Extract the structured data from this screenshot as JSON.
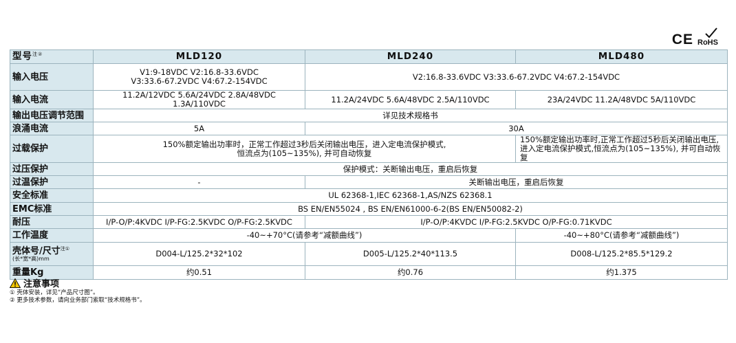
{
  "certs": {
    "ce": "CE",
    "rohs": "RoHS"
  },
  "header": {
    "label": "型号",
    "label_note": "注②",
    "models": [
      "MLD120",
      "MLD240",
      "MLD480"
    ]
  },
  "rows": {
    "input_voltage": {
      "label": "输入电压",
      "mld120_line1": "V1:9-18VDC  V2:16.8-33.6VDC",
      "mld120_line2": "V3:33.6-67.2VDC  V4:67.2-154VDC",
      "mld240_480": "V2:16.8-33.6VDC  V3:33.6-67.2VDC  V4:67.2-154VDC"
    },
    "input_current": {
      "label": "输入电流",
      "mld120": "11.2A/12VDC  5.6A/24VDC  2.8A/48VDC  1.3A/110VDC",
      "mld240": "11.2A/24VDC  5.6A/48VDC  2.5A/110VDC",
      "mld480": "23A/24VDC  11.2A/48VDC  5A/110VDC"
    },
    "output_adjust": {
      "label": "输出电压调节范围",
      "value": "详见技术规格书"
    },
    "inrush": {
      "label": "浪涌电流",
      "mld120": "5A",
      "mld240_480": "30A"
    },
    "overload": {
      "label": "过载保护",
      "a_line1": "150%额定输出功率时，正常工作超过3秒后关闭输出电压，进入定电流保护模式,",
      "a_line2": "恒流点为(105~135%), 并可自动恢复",
      "b_line1": "150%额定输出功率时,正常工作超过5秒后关闭输出电压,",
      "b_line2": "进入定电流保护模式,恒流点为(105~135%), 并可自动恢复"
    },
    "overvoltage": {
      "label": "过压保护",
      "value": "保护模式：关断输出电压，重启后恢复"
    },
    "overtemp": {
      "label": "过温保护",
      "mld120": "-",
      "mld240_480": "关断输出电压，重启后恢复"
    },
    "safety": {
      "label": "安全标准",
      "value": "UL 62368-1,IEC 62368-1,AS/NZS 62368.1"
    },
    "emc": {
      "label": "EMC标准",
      "value": "BS EN/EN55024 , BS EN/EN61000-6-2(BS EN/EN50082-2)"
    },
    "withstand": {
      "label": "耐压",
      "mld120": "I/P-O/P:4KVDC I/P-FG:2.5KVDC O/P-FG:2.5KVDC",
      "mld240_480": "I/P-O/P:4KVDC I/P-FG:2.5KVDC O/P-FG:0.71KVDC"
    },
    "temp": {
      "label": "工作温度",
      "mld120_240": "-40~+70°C(请参考“减额曲线”)",
      "mld480": "-40~+80°C(请参考“减额曲线”)"
    },
    "case": {
      "label": "壳体号/尺寸",
      "label_note": "注①",
      "sub": "(长*宽*高)mm",
      "mld120": "D004-L/125.2*32*102",
      "mld240": "D005-L/125.2*40*113.5",
      "mld480": "D008-L/125.2*85.5*129.2"
    },
    "weight": {
      "label": "重量Kg",
      "mld120": "约0.51",
      "mld240": "约0.76",
      "mld480": "约1.375"
    }
  },
  "notes": {
    "title": "注意事项",
    "items": [
      "① 壳体安装，详见“产品尺寸图”。",
      "② 更多技术参数，请向业务部门索取“技术规格书”。"
    ]
  }
}
